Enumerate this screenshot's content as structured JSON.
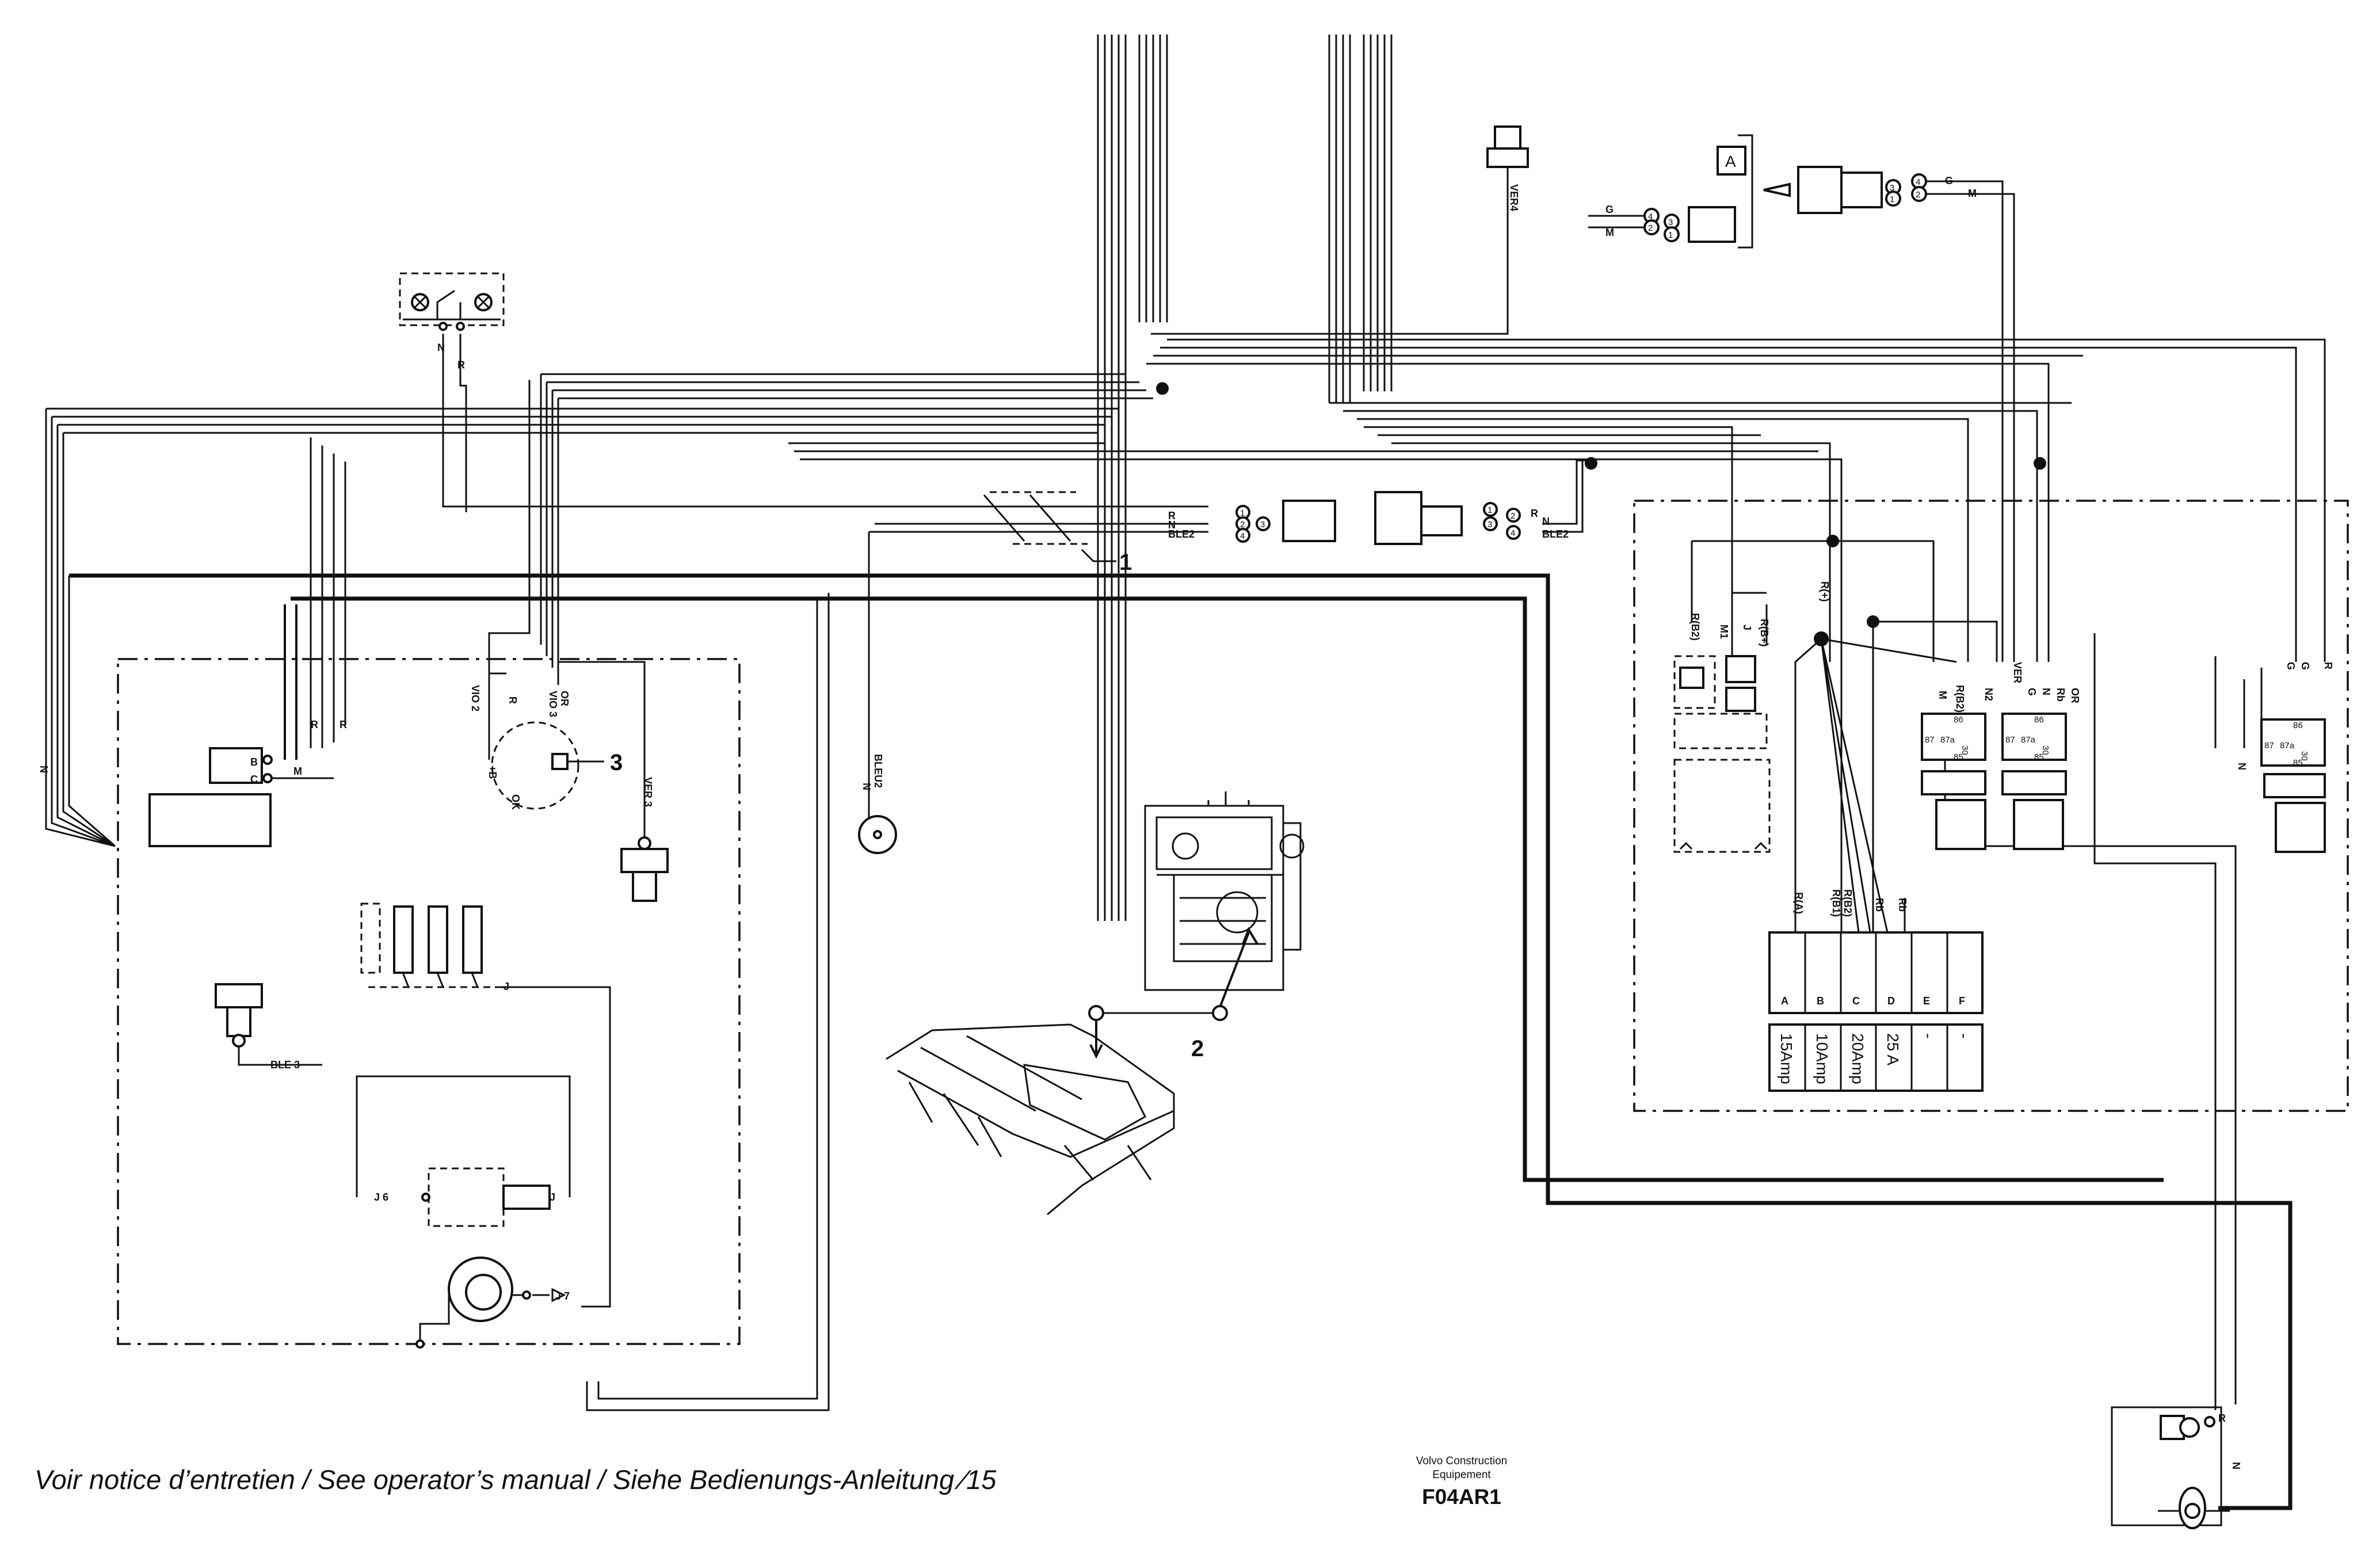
{
  "footer_text": "Voir notice d’entretien / See operator’s manual / Siehe Bedienungs-Anleitung  ⁄15",
  "brand_line1": "Volvo Construction",
  "brand_line2": "Equipement",
  "drawing_code": "F04AR1",
  "callouts": [
    "1",
    "2",
    "3"
  ],
  "box_label": "A",
  "wire_labels": {
    "n": "N",
    "r": "R",
    "m": "M",
    "g": "G",
    "j": "J",
    "b": "B",
    "c": "C",
    "vio2": "VIO 2",
    "vio3": "VIO 3",
    "or": "OR",
    "ver3": "VER 3",
    "ver4": "VER4",
    "ver": "VER",
    "ble2": "BLE2",
    "ble_u2": "BLEU2",
    "ble3": "BLE 3",
    "j6": "J 6",
    "j7": "J 7",
    "ok": "OK",
    "plus_b": "+B",
    "rb2": "R(B2)",
    "rbp": "R(B+)",
    "rplus": "R(+)",
    "ra": "R(A)",
    "rb1": "R(B1)",
    "rb": "Rb",
    "n2": "N2",
    "m1": "M1"
  },
  "pins": [
    "1",
    "2",
    "3",
    "4"
  ],
  "relay_pins": [
    "87",
    "87a",
    "30",
    "86",
    "85"
  ],
  "fuses": [
    {
      "letter": "A",
      "rating": "15Amp"
    },
    {
      "letter": "B",
      "rating": "10Amp"
    },
    {
      "letter": "C",
      "rating": "20Amp"
    },
    {
      "letter": "D",
      "rating": "25 A"
    },
    {
      "letter": "E",
      "rating": "-"
    },
    {
      "letter": "F",
      "rating": "-"
    }
  ]
}
